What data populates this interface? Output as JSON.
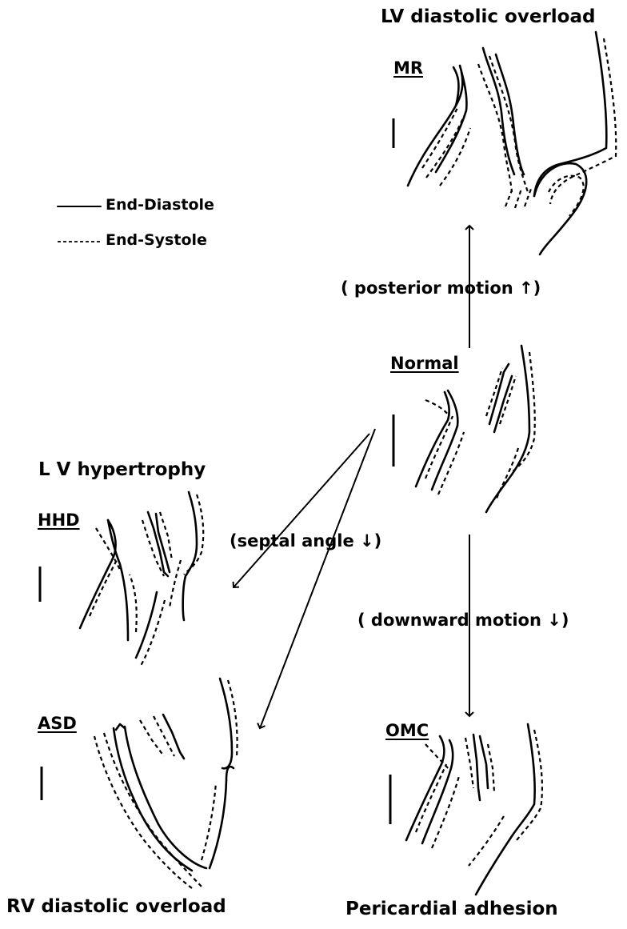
{
  "legend": {
    "end_diastole": "End-Diastole",
    "end_systole": "End-Systole"
  },
  "panels": {
    "mr": {
      "abbr": "MR",
      "title": "LV diastolic overload"
    },
    "normal": {
      "abbr": "Normal"
    },
    "hhd": {
      "abbr": "HHD",
      "title": "L V hypertrophy"
    },
    "asd": {
      "abbr": "ASD",
      "title": "RV diastolic overload"
    },
    "omc": {
      "abbr": "OMC",
      "title": "Pericardial adhesion"
    }
  },
  "arrows": {
    "posterior": "( posterior motion",
    "posterior_symbol": "↑)",
    "septal": "(septal angle",
    "septal_symbol": "↓)",
    "downward": "( downward motion",
    "downward_symbol": "↓)"
  }
}
